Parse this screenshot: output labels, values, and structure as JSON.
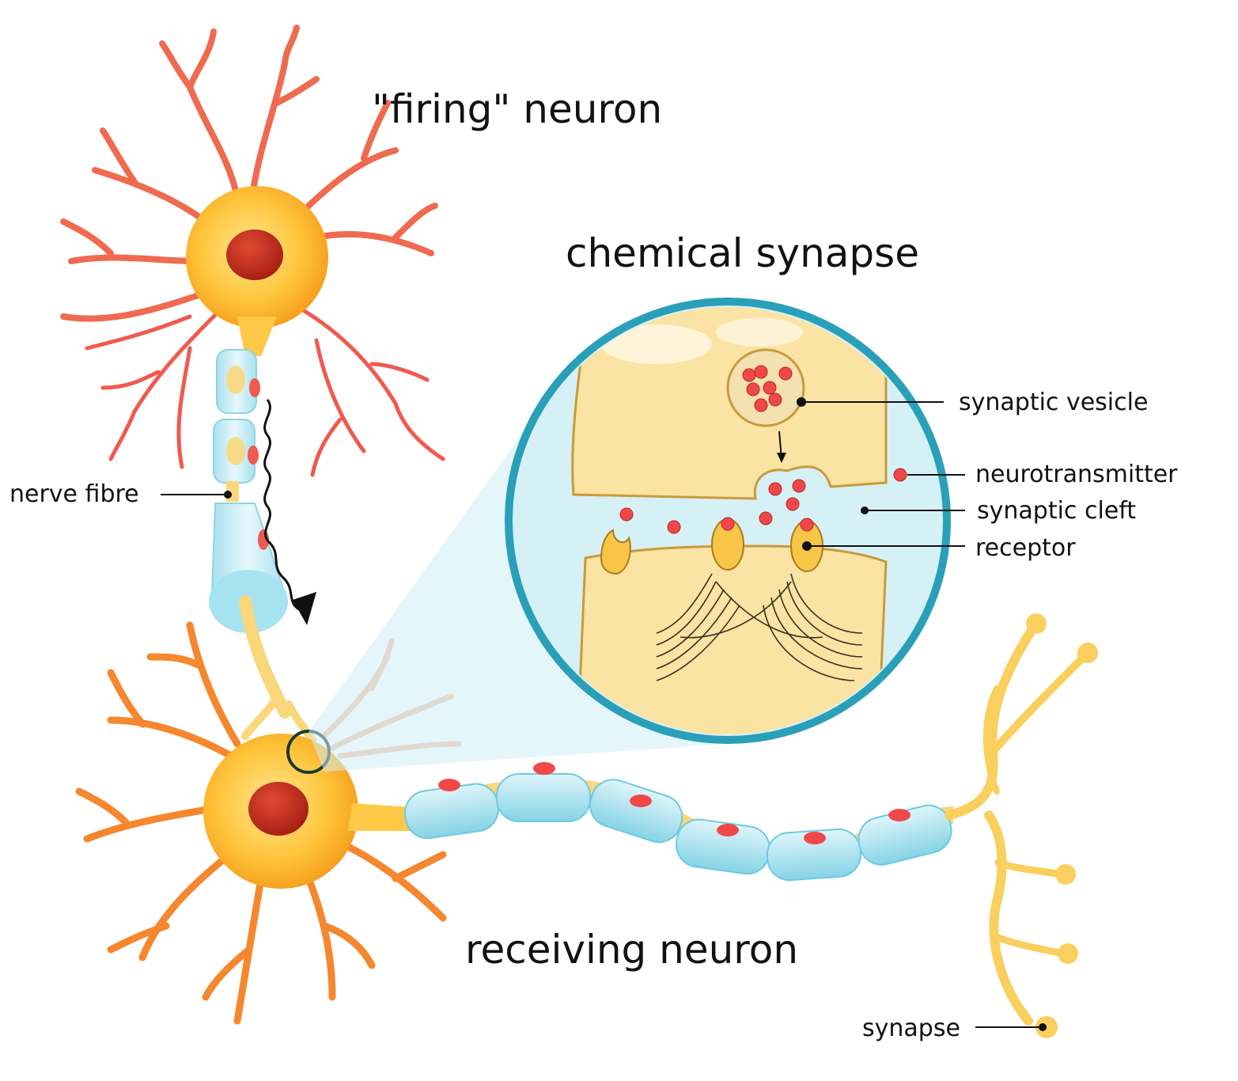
{
  "titles": {
    "firing_neuron": "\"firing\" neuron",
    "chemical_synapse": "chemical synapse",
    "receiving_neuron": "receiving neuron"
  },
  "labels": {
    "nerve_fibre": "nerve fibre",
    "synaptic_vesicle": "synaptic vesicle",
    "neurotransmitter": "neurotransmitter",
    "synaptic_cleft": "synaptic cleft",
    "receptor": "receptor",
    "synapse": "synapse"
  },
  "colors": {
    "dendrite_red": "#f05a4f",
    "soma_orange": "#f7a520",
    "soma_yellow": "#ffd060",
    "nucleus": "#c0291d",
    "myelin": "#bfe9f2",
    "myelin_edge": "#6ccbe0",
    "axon": "#f9d77a",
    "terminal_fill": "#fbe3a3",
    "cleft": "#d5f1f6",
    "ring": "#2a9fb8",
    "neurotransmitter_red": "#f04848"
  }
}
